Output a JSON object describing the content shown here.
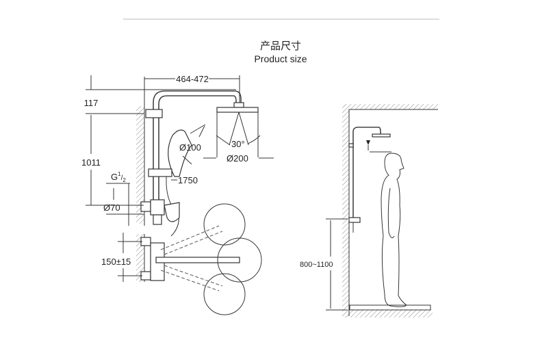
{
  "header": {
    "title_cn": "产品尺寸",
    "title_en": "Product size"
  },
  "dimensions": {
    "arm_length": "464-472",
    "top_offset": "117",
    "rail_height": "1011",
    "thread": "G",
    "thread_fraction_num": "1",
    "thread_fraction_den": "2",
    "escutcheon": "Ø70",
    "hand_shower": "Ø100",
    "spray_angle": "30°",
    "head_shower": "Ø200",
    "hose_length": "1750",
    "inlet_spacing": "150±15",
    "install_height": "800~1100"
  },
  "colors": {
    "line": "#333333",
    "rule": "#bbbbbb",
    "background": "#ffffff"
  }
}
